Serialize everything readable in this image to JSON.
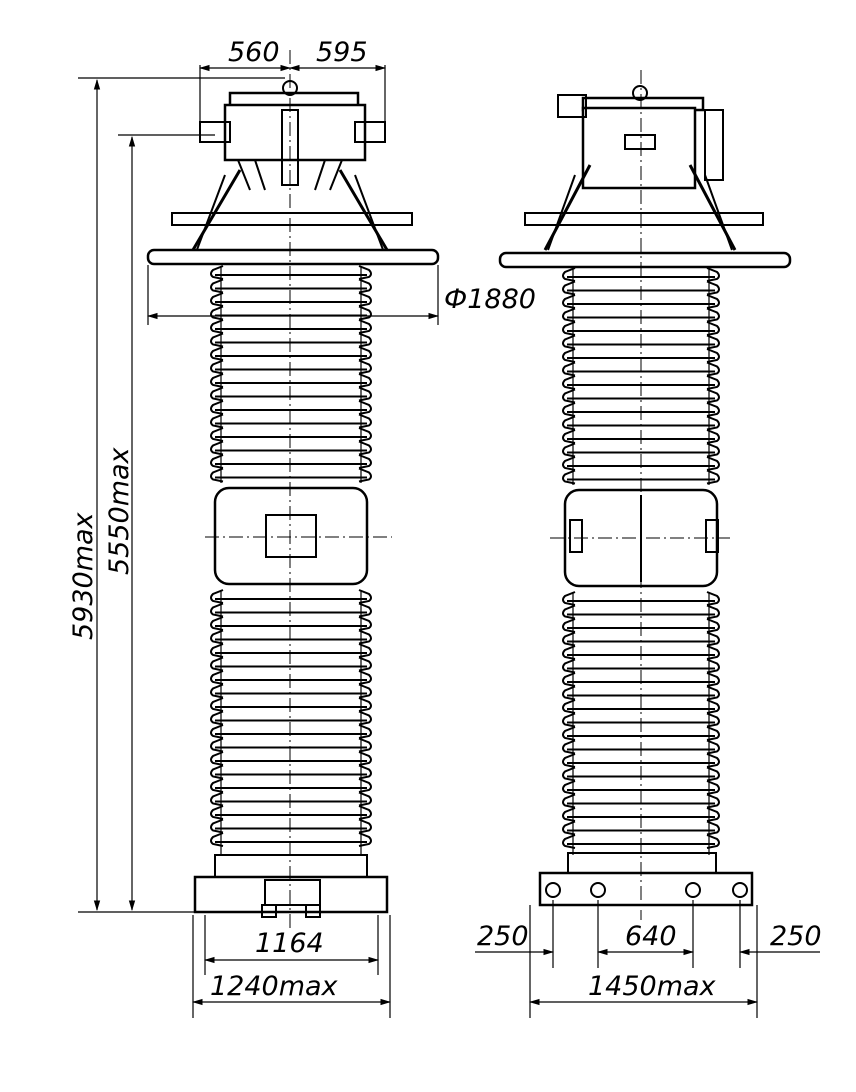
{
  "dimensions": {
    "top_left": "560",
    "top_right": "595",
    "overall_height": "5930max",
    "flange_height": "5550max",
    "shed_diameter": "Ф1880",
    "base_hole_spacing": "1164",
    "base_width_left": "1240max",
    "side_offset_left": "250",
    "side_spacing": "640",
    "side_offset_right": "250",
    "base_width_right": "1450max"
  }
}
